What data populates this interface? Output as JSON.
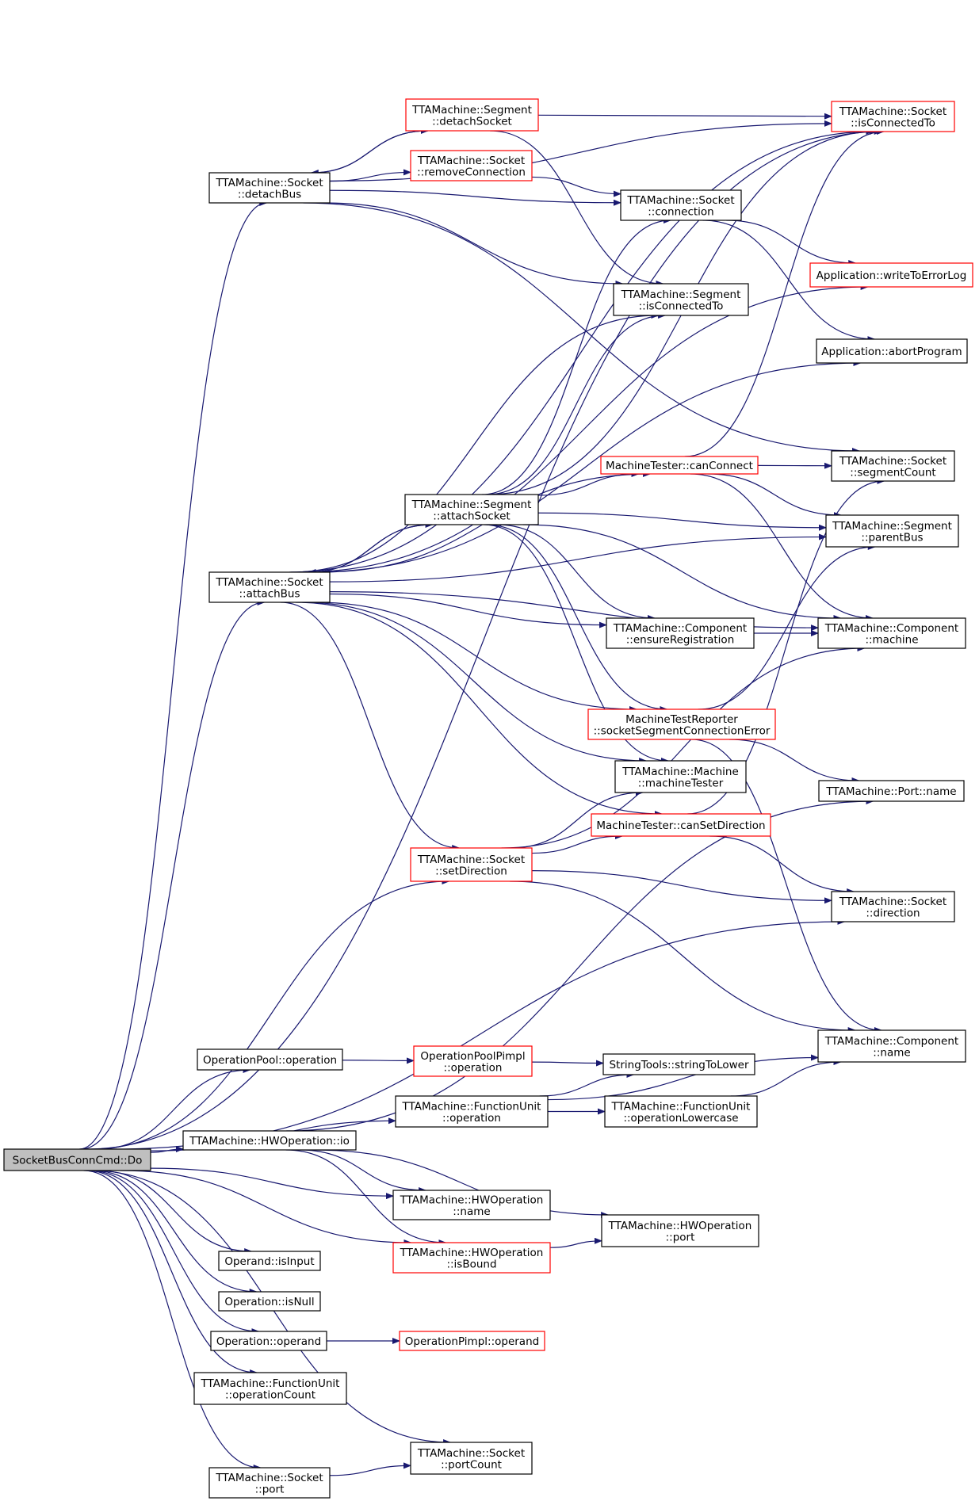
{
  "colors": {
    "edge": "#191970",
    "node_border": "#000000",
    "node_border_truncated": "#ff0000",
    "root_fill": "#bfbfbf",
    "node_fill": "#ffffff"
  },
  "nodes": [
    {
      "id": "root",
      "lines": [
        "SocketBusConnCmd::Do"
      ],
      "style": "root"
    },
    {
      "id": "sock_isConnectedTo",
      "lines": [
        "TTAMachine::Socket",
        "::isConnectedTo"
      ],
      "style": "red"
    },
    {
      "id": "seg_detachSocket",
      "lines": [
        "TTAMachine::Segment",
        "::detachSocket"
      ],
      "style": "red"
    },
    {
      "id": "sock_detachBus",
      "lines": [
        "TTAMachine::Socket",
        "::detachBus"
      ],
      "style": "normal"
    },
    {
      "id": "sock_removeConnection",
      "lines": [
        "TTAMachine::Socket",
        "::removeConnection"
      ],
      "style": "red"
    },
    {
      "id": "sock_connection",
      "lines": [
        "TTAMachine::Socket",
        "::connection"
      ],
      "style": "normal"
    },
    {
      "id": "app_writeToErrorLog",
      "lines": [
        "Application::writeToErrorLog"
      ],
      "style": "red"
    },
    {
      "id": "seg_isConnectedTo",
      "lines": [
        "TTAMachine::Segment",
        "::isConnectedTo"
      ],
      "style": "normal"
    },
    {
      "id": "app_abortProgram",
      "lines": [
        "Application::abortProgram"
      ],
      "style": "normal"
    },
    {
      "id": "mt_canConnect",
      "lines": [
        "MachineTester::canConnect"
      ],
      "style": "red"
    },
    {
      "id": "sock_segmentCount",
      "lines": [
        "TTAMachine::Socket",
        "::segmentCount"
      ],
      "style": "normal"
    },
    {
      "id": "seg_attachSocket",
      "lines": [
        "TTAMachine::Segment",
        "::attachSocket"
      ],
      "style": "normal"
    },
    {
      "id": "seg_parentBus",
      "lines": [
        "TTAMachine::Segment",
        "::parentBus"
      ],
      "style": "normal"
    },
    {
      "id": "sock_attachBus",
      "lines": [
        "TTAMachine::Socket",
        "::attachBus"
      ],
      "style": "normal"
    },
    {
      "id": "comp_ensureRegistration",
      "lines": [
        "TTAMachine::Component",
        "::ensureRegistration"
      ],
      "style": "normal"
    },
    {
      "id": "comp_machine",
      "lines": [
        "TTAMachine::Component",
        "::machine"
      ],
      "style": "normal"
    },
    {
      "id": "mtr_socketSegmentConnectionError",
      "lines": [
        "MachineTestReporter",
        "::socketSegmentConnectionError"
      ],
      "style": "red"
    },
    {
      "id": "mach_machineTester",
      "lines": [
        "TTAMachine::Machine",
        "::machineTester"
      ],
      "style": "normal"
    },
    {
      "id": "port_name",
      "lines": [
        "TTAMachine::Port::name"
      ],
      "style": "normal"
    },
    {
      "id": "mt_canSetDirection",
      "lines": [
        "MachineTester::canSetDirection"
      ],
      "style": "red"
    },
    {
      "id": "sock_setDirection",
      "lines": [
        "TTAMachine::Socket",
        "::setDirection"
      ],
      "style": "red"
    },
    {
      "id": "sock_direction",
      "lines": [
        "TTAMachine::Socket",
        "::direction"
      ],
      "style": "normal"
    },
    {
      "id": "comp_name",
      "lines": [
        "TTAMachine::Component",
        "::name"
      ],
      "style": "normal"
    },
    {
      "id": "op_pool_operation",
      "lines": [
        "OperationPool::operation"
      ],
      "style": "normal"
    },
    {
      "id": "op_pool_pimpl_operation",
      "lines": [
        "OperationPoolPimpl",
        "::operation"
      ],
      "style": "red"
    },
    {
      "id": "strtools_stringToLower",
      "lines": [
        "StringTools::stringToLower"
      ],
      "style": "normal"
    },
    {
      "id": "fu_operation",
      "lines": [
        "TTAMachine::FunctionUnit",
        "::operation"
      ],
      "style": "normal"
    },
    {
      "id": "fu_operationLowercase",
      "lines": [
        "TTAMachine::FunctionUnit",
        "::operationLowercase"
      ],
      "style": "normal"
    },
    {
      "id": "hwop_io",
      "lines": [
        "TTAMachine::HWOperation::io"
      ],
      "style": "normal"
    },
    {
      "id": "hwop_name",
      "lines": [
        "TTAMachine::HWOperation",
        "::name"
      ],
      "style": "normal"
    },
    {
      "id": "hwop_port",
      "lines": [
        "TTAMachine::HWOperation",
        "::port"
      ],
      "style": "normal"
    },
    {
      "id": "hwop_isBound",
      "lines": [
        "TTAMachine::HWOperation",
        "::isBound"
      ],
      "style": "red"
    },
    {
      "id": "operand_isInput",
      "lines": [
        "Operand::isInput"
      ],
      "style": "normal"
    },
    {
      "id": "operation_isNull",
      "lines": [
        "Operation::isNull"
      ],
      "style": "normal"
    },
    {
      "id": "operation_operand",
      "lines": [
        "Operation::operand"
      ],
      "style": "normal"
    },
    {
      "id": "operation_pimpl_operand",
      "lines": [
        "OperationPimpl::operand"
      ],
      "style": "red"
    },
    {
      "id": "fu_operationCount",
      "lines": [
        "TTAMachine::FunctionUnit",
        "::operationCount"
      ],
      "style": "normal"
    },
    {
      "id": "sock_portCount",
      "lines": [
        "TTAMachine::Socket",
        "::portCount"
      ],
      "style": "normal"
    },
    {
      "id": "sock_port",
      "lines": [
        "TTAMachine::Socket",
        "::port"
      ],
      "style": "normal"
    }
  ],
  "edges": [
    [
      "root",
      "sock_isConnectedTo"
    ],
    [
      "root",
      "sock_detachBus"
    ],
    [
      "root",
      "sock_attachBus"
    ],
    [
      "root",
      "sock_setDirection"
    ],
    [
      "root",
      "sock_direction"
    ],
    [
      "root",
      "op_pool_operation"
    ],
    [
      "root",
      "fu_operation"
    ],
    [
      "root",
      "hwop_io"
    ],
    [
      "root",
      "hwop_name"
    ],
    [
      "root",
      "hwop_isBound"
    ],
    [
      "root",
      "operand_isInput"
    ],
    [
      "root",
      "operation_isNull"
    ],
    [
      "root",
      "operation_operand"
    ],
    [
      "root",
      "fu_operationCount"
    ],
    [
      "root",
      "sock_portCount"
    ],
    [
      "root",
      "sock_port"
    ],
    [
      "sock_detachBus",
      "seg_detachSocket"
    ],
    [
      "sock_detachBus",
      "sock_isConnectedTo"
    ],
    [
      "sock_detachBus",
      "sock_removeConnection"
    ],
    [
      "sock_detachBus",
      "sock_connection"
    ],
    [
      "sock_detachBus",
      "seg_isConnectedTo"
    ],
    [
      "sock_detachBus",
      "sock_segmentCount"
    ],
    [
      "seg_detachSocket",
      "sock_isConnectedTo"
    ],
    [
      "seg_detachSocket",
      "sock_detachBus"
    ],
    [
      "seg_detachSocket",
      "seg_isConnectedTo"
    ],
    [
      "sock_removeConnection",
      "sock_connection"
    ],
    [
      "sock_connection",
      "app_writeToErrorLog"
    ],
    [
      "sock_connection",
      "app_abortProgram"
    ],
    [
      "sock_attachBus",
      "seg_attachSocket"
    ],
    [
      "sock_attachBus",
      "sock_isConnectedTo"
    ],
    [
      "sock_attachBus",
      "seg_isConnectedTo"
    ],
    [
      "sock_attachBus",
      "app_writeToErrorLog"
    ],
    [
      "sock_attachBus",
      "app_abortProgram"
    ],
    [
      "sock_attachBus",
      "mt_canConnect"
    ],
    [
      "sock_attachBus",
      "seg_parentBus"
    ],
    [
      "sock_attachBus",
      "comp_ensureRegistration"
    ],
    [
      "sock_attachBus",
      "comp_machine"
    ],
    [
      "sock_attachBus",
      "mtr_socketSegmentConnectionError"
    ],
    [
      "sock_attachBus",
      "mach_machineTester"
    ],
    [
      "sock_attachBus",
      "mt_canSetDirection"
    ],
    [
      "sock_attachBus",
      "sock_setDirection"
    ],
    [
      "seg_attachSocket",
      "sock_attachBus"
    ],
    [
      "seg_attachSocket",
      "sock_connection"
    ],
    [
      "seg_attachSocket",
      "seg_isConnectedTo"
    ],
    [
      "seg_attachSocket",
      "sock_isConnectedTo"
    ],
    [
      "seg_attachSocket",
      "mt_canConnect"
    ],
    [
      "seg_attachSocket",
      "seg_parentBus"
    ],
    [
      "seg_attachSocket",
      "comp_ensureRegistration"
    ],
    [
      "seg_attachSocket",
      "comp_machine"
    ],
    [
      "seg_attachSocket",
      "mtr_socketSegmentConnectionError"
    ],
    [
      "seg_attachSocket",
      "mach_machineTester"
    ],
    [
      "mt_canConnect",
      "sock_segmentCount"
    ],
    [
      "mt_canConnect",
      "seg_parentBus"
    ],
    [
      "mt_canConnect",
      "comp_machine"
    ],
    [
      "mt_canConnect",
      "sock_isConnectedTo"
    ],
    [
      "comp_ensureRegistration",
      "comp_machine"
    ],
    [
      "mtr_socketSegmentConnectionError",
      "seg_parentBus"
    ],
    [
      "mtr_socketSegmentConnectionError",
      "port_name"
    ],
    [
      "mtr_socketSegmentConnectionError",
      "comp_name"
    ],
    [
      "mt_canSetDirection",
      "sock_segmentCount"
    ],
    [
      "mt_canSetDirection",
      "sock_direction"
    ],
    [
      "sock_setDirection",
      "mach_machineTester"
    ],
    [
      "sock_setDirection",
      "mt_canSetDirection"
    ],
    [
      "sock_setDirection",
      "comp_machine"
    ],
    [
      "sock_setDirection",
      "sock_direction"
    ],
    [
      "sock_setDirection",
      "comp_name"
    ],
    [
      "op_pool_operation",
      "op_pool_pimpl_operation"
    ],
    [
      "op_pool_pimpl_operation",
      "strtools_stringToLower"
    ],
    [
      "fu_operation",
      "strtools_stringToLower"
    ],
    [
      "fu_operation",
      "fu_operationLowercase"
    ],
    [
      "fu_operation",
      "comp_name"
    ],
    [
      "fu_operationLowercase",
      "comp_name"
    ],
    [
      "hwop_io",
      "port_name"
    ],
    [
      "hwop_io",
      "hwop_name"
    ],
    [
      "hwop_io",
      "hwop_port"
    ],
    [
      "hwop_io",
      "hwop_isBound"
    ],
    [
      "hwop_isBound",
      "hwop_port"
    ],
    [
      "operation_operand",
      "operation_pimpl_operand"
    ],
    [
      "sock_port",
      "sock_portCount"
    ]
  ]
}
